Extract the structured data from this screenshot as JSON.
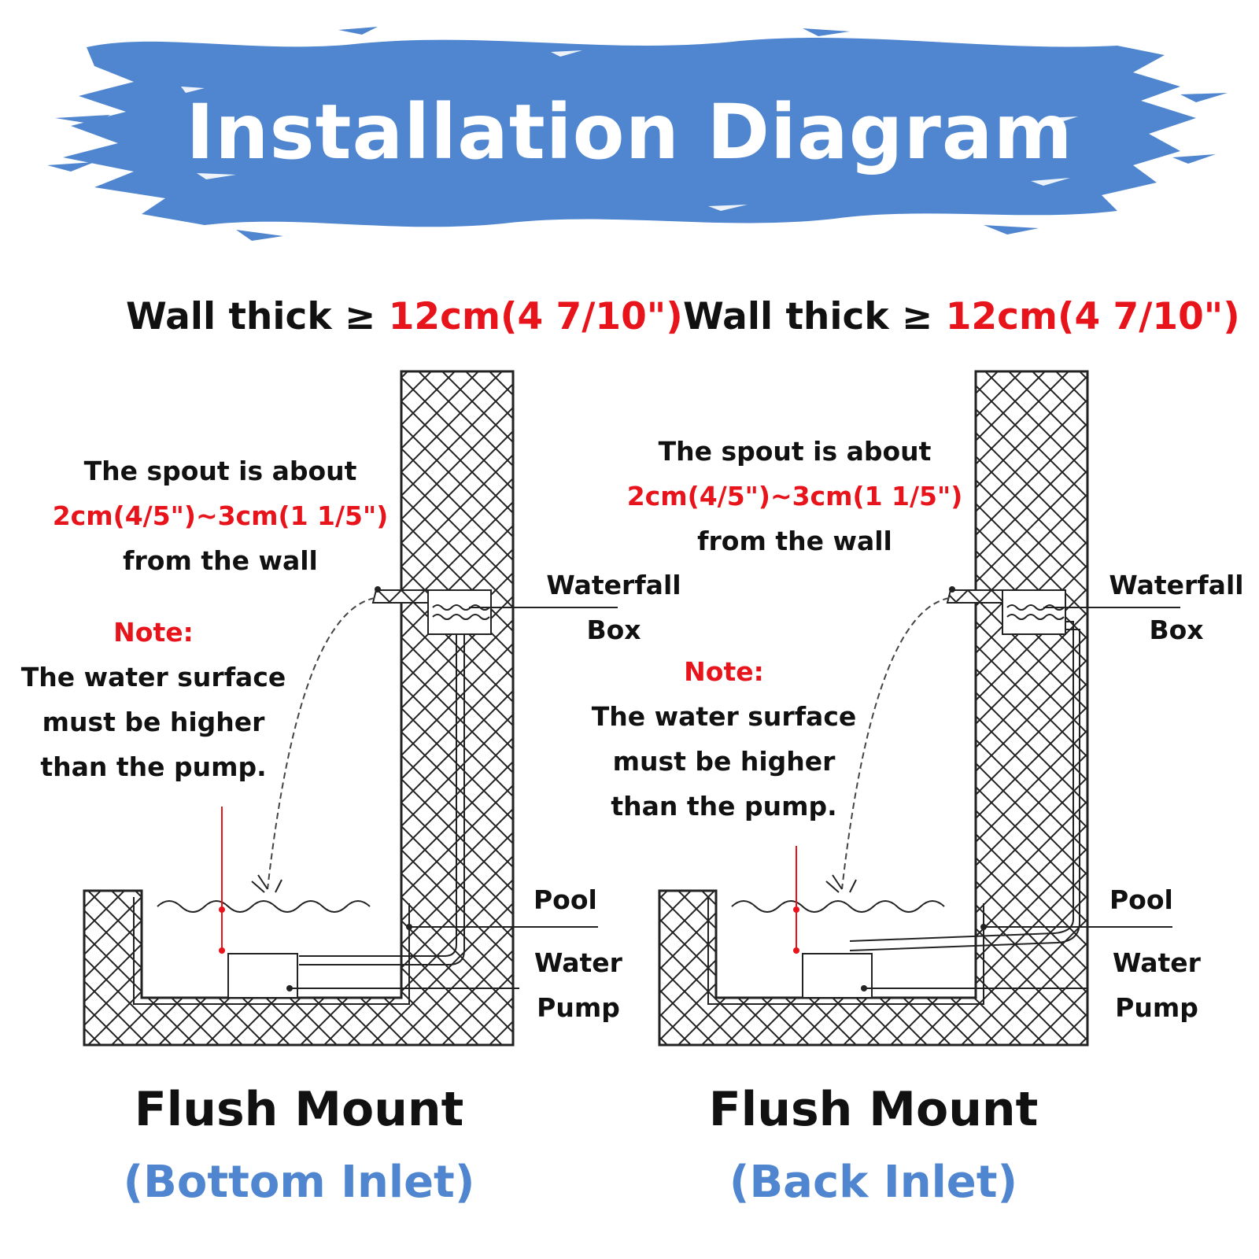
{
  "title": "Installation Diagram",
  "colors": {
    "banner": "#4f86cf",
    "accent_red": "#e8141b",
    "subtitle_blue": "#4f86cf",
    "text": "#111111"
  },
  "left": {
    "wall_label": "Wall thick ≥ ",
    "wall_value": "12cm(4 7/10\")",
    "spout_line1": "The spout is about",
    "spout_line2": "2cm(4/5\")~3cm(1 1/5\")",
    "spout_line3": "from the wall",
    "note_label": "Note:",
    "note_line1": "The water surface",
    "note_line2": "must be higher",
    "note_line3": "than the pump.",
    "waterfall_line1": "Waterfall",
    "waterfall_line2": "Box",
    "pool": "Pool",
    "pump_line1": "Water",
    "pump_line2": "Pump",
    "mount": "Flush Mount",
    "inlet": "(Bottom Inlet)"
  },
  "right": {
    "wall_label": "Wall thick ≥ ",
    "wall_value": "12cm(4 7/10\")",
    "spout_line1": "The spout is about",
    "spout_line2": "2cm(4/5\")~3cm(1 1/5\")",
    "spout_line3": "from the wall",
    "note_label": "Note:",
    "note_line1": "The water surface",
    "note_line2": "must be higher",
    "note_line3": "than the pump.",
    "waterfall_line1": "Waterfall",
    "waterfall_line2": "Box",
    "pool": "Pool",
    "pump_line1": "Water",
    "pump_line2": "Pump",
    "mount": "Flush Mount",
    "inlet": "(Back Inlet)"
  }
}
